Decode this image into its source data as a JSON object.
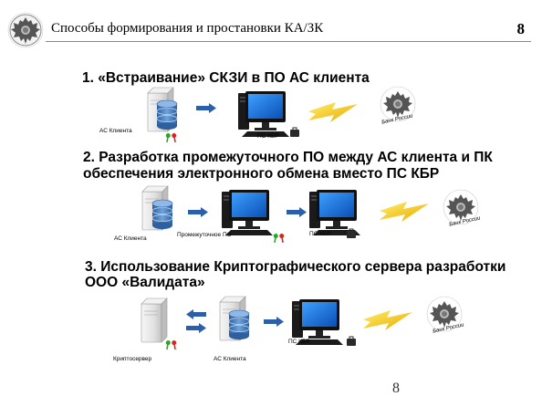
{
  "header": {
    "title": "Способы формирования и простановки КА/ЗК",
    "page_number": "8"
  },
  "sections": [
    {
      "heading": "1. «Встраивание» СКЗИ в ПО АС клиента",
      "labels": {
        "as_client": "АС Клиента",
        "ps_kbr": "ПС КБР"
      },
      "bank_text": "Банк России"
    },
    {
      "heading_line1": "2. Разработка промежуточного ПО между АС клиента и ПК",
      "heading_line2": "обеспечения электронного обмена вместо ПС КБР",
      "labels": {
        "as_client": "АС Клиента",
        "intermediate": "Промежуточное ПО",
        "ps_kbr": "ПС КБР"
      },
      "bank_text": "Банк России"
    },
    {
      "heading_line1": "3. Использование Криптографического сервера разработки",
      "heading_line2": "ООО «Валидата»",
      "labels": {
        "crypto_server": "Криптосервер",
        "as_client": "АС Клиента",
        "ps_kbr": "ПС КБР"
      },
      "bank_text": "Банк России"
    }
  ],
  "footer": {
    "page_number": "8"
  },
  "colors": {
    "arrow_blue": "#2b5fa8",
    "lightning": "#f0c000",
    "db_blue": "#4a7fc1",
    "key_red": "#d22",
    "key_green": "#2a2"
  }
}
